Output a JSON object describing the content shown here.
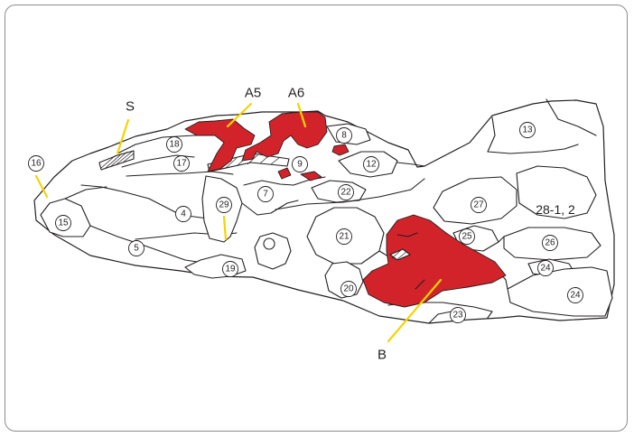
{
  "colors": {
    "lesion_fill": "#d2232a",
    "leader_line": "#f5d400",
    "outline": "#231f20",
    "frame_border": "#8c8c8c"
  },
  "lesion_labels": {
    "s": "S",
    "a5": "A5",
    "a6": "A6",
    "b": "B"
  },
  "segment_numbers": {
    "n4": "4",
    "n5": "5",
    "n7": "7",
    "n8": "8",
    "n9": "9",
    "n12": "12",
    "n13": "13",
    "n15": "15",
    "n16": "16",
    "n17": "17",
    "n18": "18",
    "n19": "19",
    "n20": "20",
    "n21": "21",
    "n22": "22",
    "n23": "23",
    "n24a": "24",
    "n24b": "24",
    "n25": "25",
    "n26": "26",
    "n27": "27",
    "n28": "28-1, 2",
    "n29": "29"
  }
}
